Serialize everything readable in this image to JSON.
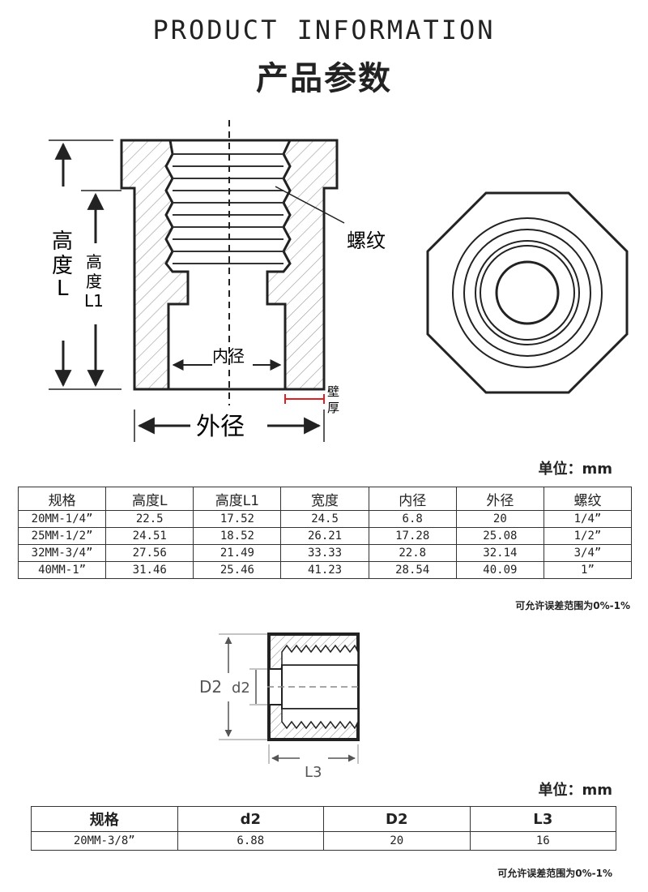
{
  "header": {
    "title_en": "PRODUCT INFORMATION",
    "title_cn": "产品参数"
  },
  "diagram1": {
    "labels": {
      "height_l_1": "高",
      "height_l_2": "度",
      "height_l_3": "L",
      "height_l1_1": "高",
      "height_l1_2": "度",
      "height_l1_3": "L1",
      "thread": "螺纹",
      "inner": "内径",
      "outer": "外径",
      "wall_1": "壁",
      "wall_2": "厚"
    }
  },
  "unit1": "单位：mm",
  "table1": {
    "headers": [
      "规格",
      "高度L",
      "高度L1",
      "宽度",
      "内径",
      "外径",
      "螺纹"
    ],
    "rows": [
      [
        "20MM-1/4”",
        "22.5",
        "17.52",
        "24.5",
        "6.8",
        "20",
        "1/4”"
      ],
      [
        "25MM-1/2”",
        "24.51",
        "18.52",
        "26.21",
        "17.28",
        "25.08",
        "1/2”"
      ],
      [
        "32MM-3/4”",
        "27.56",
        "21.49",
        "33.33",
        "22.8",
        "32.14",
        "3/4”"
      ],
      [
        "40MM-1”",
        "31.46",
        "25.46",
        "41.23",
        "28.54",
        "40.09",
        "1”"
      ]
    ]
  },
  "tolerance1": "可允许误差范围为0%-1%",
  "diagram2": {
    "labels": {
      "D2": "D2",
      "d2": "d2",
      "L3": "L3"
    }
  },
  "unit2": "单位：mm",
  "table2": {
    "headers": [
      "规格",
      "d2",
      "D2",
      "L3"
    ],
    "rows": [
      [
        "20MM-3/8”",
        "6.88",
        "20",
        "16"
      ]
    ]
  },
  "tolerance2": "可允许误差范围为0%-1%"
}
